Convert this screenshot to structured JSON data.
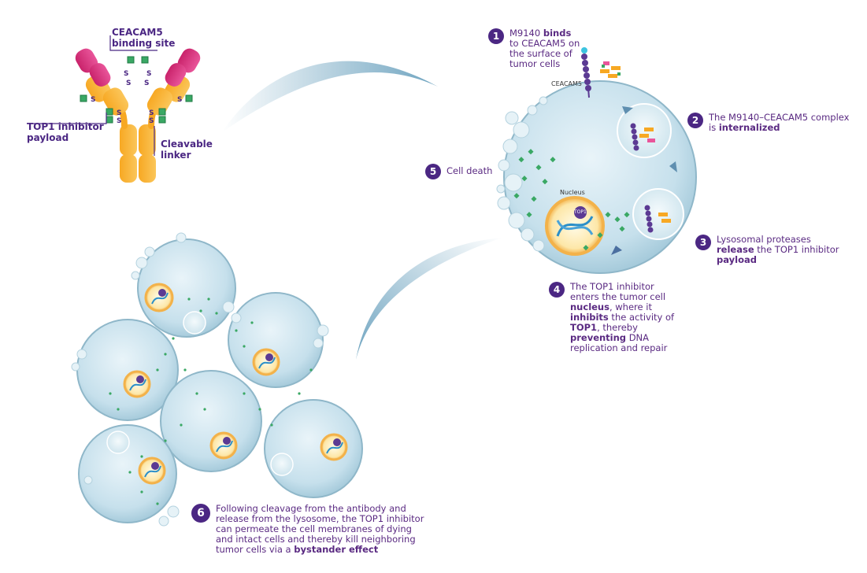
{
  "colors": {
    "purple": "#4b2783",
    "magenta": "#d6337a",
    "orange": "#f7a823",
    "green": "#3aa864",
    "cell_fill": "#c9e3ee",
    "cell_edge": "#8fb7c9",
    "nucleus_ring": "#f3b24a"
  },
  "antibody": {
    "binding_site_label": "CEACAM5 binding site",
    "payload_label": "TOP1 inhibitor payload",
    "linker_label": "Cleavable linker",
    "s_glyph": "S"
  },
  "labels": {
    "ceacam5": "CEACAM5",
    "nucleus": "Nucleus",
    "top1": "TOP1"
  },
  "steps": [
    {
      "num": "1",
      "parts": [
        {
          "t": "M9140 "
        },
        {
          "t": "binds",
          "b": true
        },
        {
          "t": " to CEACAM5 on the surface of tumor cells"
        }
      ]
    },
    {
      "num": "2",
      "parts": [
        {
          "t": "The M9140–CEACAM5 complex is "
        },
        {
          "t": "internalized",
          "b": true
        }
      ]
    },
    {
      "num": "3",
      "parts": [
        {
          "t": "Lysosomal proteases "
        },
        {
          "t": "release",
          "b": true
        },
        {
          "t": " the TOP1 inhibitor "
        },
        {
          "t": "payload",
          "b": true
        }
      ]
    },
    {
      "num": "4",
      "parts": [
        {
          "t": "The TOP1 inhibitor enters the tumor cell "
        },
        {
          "t": "nucleus",
          "b": true
        },
        {
          "t": ", where it "
        },
        {
          "t": "inhibits",
          "b": true
        },
        {
          "t": " the activity of "
        },
        {
          "t": "TOP1",
          "b": true
        },
        {
          "t": ", thereby "
        },
        {
          "t": "preventing",
          "b": true
        },
        {
          "t": " DNA replication and repair"
        }
      ]
    },
    {
      "num": "5",
      "parts": [
        {
          "t": "Cell death"
        }
      ]
    },
    {
      "num": "6",
      "parts": [
        {
          "t": "Following cleavage from the antibody and release from the lysosome, the TOP1 inhibitor can permeate the cell membranes of dying and intact cells and thereby kill neighboring tumor cells via a "
        },
        {
          "t": "bystander effect",
          "b": true
        }
      ]
    }
  ]
}
